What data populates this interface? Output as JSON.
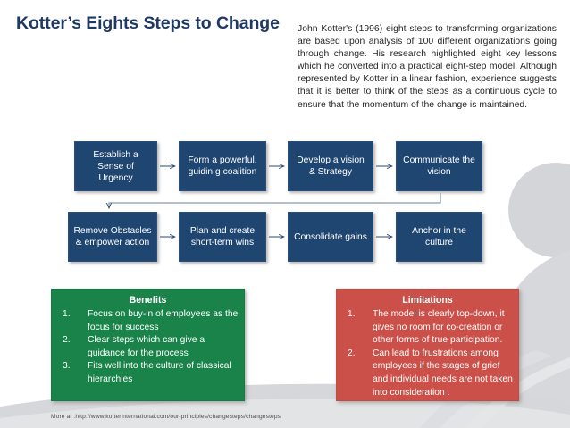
{
  "slide": {
    "title": "Kotter’s Eights Steps to Change",
    "intro": "John Kotter's (1996) eight steps to transforming organizations are based upon analysis of 100 different organizations going through change. His research highlighted eight key lessons which he converted into a practical eight-step model. Although represented by Kotter in a linear fashion, experience suggests that it is better to think of the steps as a continuous cycle to ensure that the momentum of the change is maintained.",
    "footer": "More at :http://www.kotterinternational.com/our-principles/changesteps/changesteps"
  },
  "colors": {
    "title": "#1F3864",
    "process_box": "#1F4571",
    "benefits_panel": "#19834A",
    "limitations_panel": "#CB5049",
    "arrow": "#2E4A72",
    "background": "#FFFFFF",
    "decor_gray": "#D3D5D8"
  },
  "process": {
    "row1": [
      {
        "id": "step-1",
        "label": "Establish a Sense of Urgency"
      },
      {
        "id": "step-2",
        "label": "Form a powerful, guidin g coalition"
      },
      {
        "id": "step-3",
        "label": "Develop a vision & Strategy"
      },
      {
        "id": "step-4",
        "label": "Communicate the vision"
      }
    ],
    "row2": [
      {
        "id": "step-5",
        "label": "Remove Obstacles & empower action"
      },
      {
        "id": "step-6",
        "label": "Plan and create short-term wins"
      },
      {
        "id": "step-7",
        "label": "Consolidate gains"
      },
      {
        "id": "step-8",
        "label": "Anchor in the culture"
      }
    ]
  },
  "benefits": {
    "title": "Benefits",
    "items": [
      {
        "num": "1.",
        "text": "Focus on buy-in of employees as the focus for success"
      },
      {
        "num": "2.",
        "text": "Clear steps which can give a guidance for the process"
      },
      {
        "num": "3.",
        "text": "Fits well into the culture of classical hierarchies"
      }
    ]
  },
  "limitations": {
    "title": "Limitations",
    "items": [
      {
        "num": "1.",
        "text": "The model is clearly top-down, it gives no room for co-creation or other forms of true participation."
      },
      {
        "num": "2.",
        "text": "Can lead to  frustrations among employees if the stages of grief and individual needs are not taken into consideration ."
      }
    ]
  }
}
